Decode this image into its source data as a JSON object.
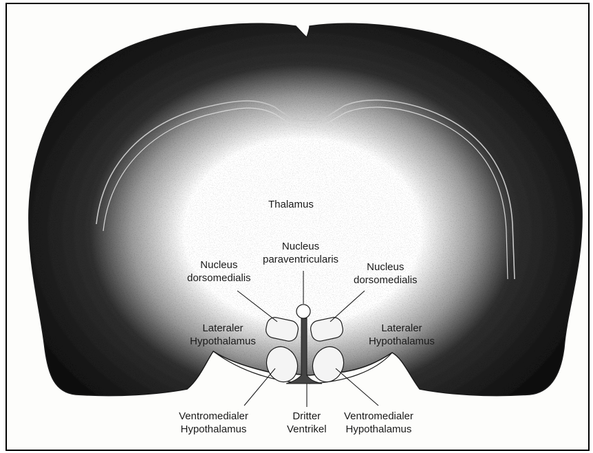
{
  "labels": {
    "thalamus": "Thalamus",
    "pvn": [
      "Nucleus",
      "paraventricularis"
    ],
    "dmn_left": [
      "Nucleus",
      "dorsomedialis"
    ],
    "dmn_right": [
      "Nucleus",
      "dorsomedialis"
    ],
    "lh_left": [
      "Lateraler",
      "Hypothalamus"
    ],
    "lh_right": [
      "Lateraler",
      "Hypothalamus"
    ],
    "vmh_left": [
      "Ventromedialer",
      "Hypothalamus"
    ],
    "vmh_right": [
      "Ventromedialer",
      "Hypothalamus"
    ],
    "third_ventricle": [
      "Dritter",
      "Ventrikel"
    ]
  },
  "colors": {
    "ink": "#1a1a1a",
    "background": "#fdfdfb"
  }
}
